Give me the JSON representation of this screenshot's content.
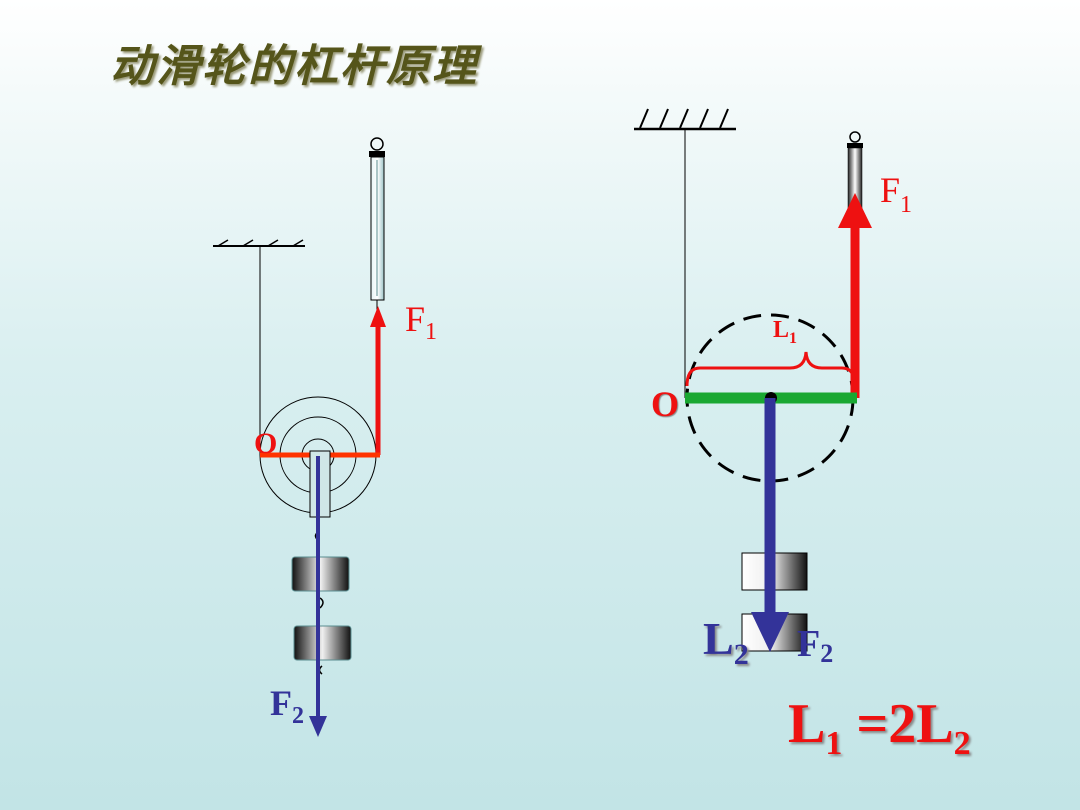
{
  "title": "动滑轮的杠杆原理",
  "left": {
    "f1": "F",
    "f1_sub": "1",
    "o": "O",
    "f2": "F",
    "f2_sub": "2"
  },
  "right": {
    "f1": "F",
    "f1_sub": "1",
    "l1": "L",
    "l1_sub": "1",
    "o": "O",
    "l2": "L",
    "l2_sub": "2",
    "f2": "F",
    "f2_sub": "2"
  },
  "equation": {
    "l1": "L",
    "l1_sub": "1",
    "middle": " =2L",
    "l2_sub": "2"
  },
  "colors": {
    "force_up": "#ee1111",
    "force_down": "#333399",
    "lever_left": "#ff3300",
    "lever_right": "#1aa832"
  }
}
